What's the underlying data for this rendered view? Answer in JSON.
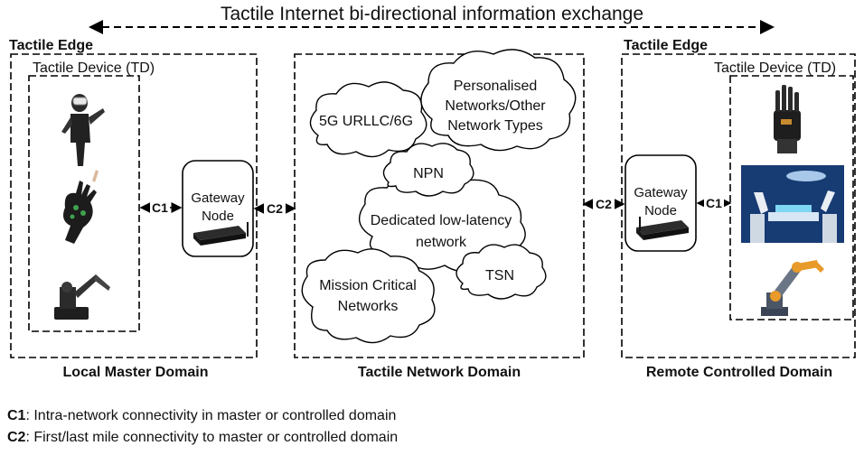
{
  "title": "Tactile Internet bi-directional information exchange",
  "left_edge": {
    "edge_label": "Tactile Edge",
    "device_label": "Tactile Device (TD)",
    "gateway_label_line1": "Gateway",
    "gateway_label_line2": "Node",
    "c1_label": "C1",
    "c2_label": "C2",
    "domain_label": "Local Master Domain",
    "device_icons": [
      "vr-person-icon",
      "haptic-glove-icon",
      "haptic-arm-icon"
    ]
  },
  "network": {
    "clouds": {
      "urllc": "5G URLLC/6G",
      "personalised_line1": "Personalised",
      "personalised_line2": "Networks/Other",
      "personalised_line3": "Network Types",
      "npn": "NPN",
      "dedicated_line1": "Dedicated low-latency",
      "dedicated_line2": "network",
      "mission_line1": "Mission Critical",
      "mission_line2": "Networks",
      "tsn": "TSN"
    },
    "domain_label": "Tactile Network Domain"
  },
  "right_edge": {
    "edge_label": "Tactile Edge",
    "device_label": "Tactile Device (TD)",
    "gateway_label_line1": "Gateway",
    "gateway_label_line2": "Node",
    "c1_label": "C1",
    "c2_label": "C2",
    "domain_label": "Remote Controlled Domain",
    "device_icons": [
      "robotic-hand-icon",
      "surgical-robot-icon",
      "industrial-robot-arm-icon"
    ]
  },
  "legend": [
    {
      "key": "C1",
      "text": ": Intra-network connectivity in master or controlled domain"
    },
    {
      "key": "C2",
      "text": ": First/last mile connectivity to master or controlled domain"
    }
  ]
}
